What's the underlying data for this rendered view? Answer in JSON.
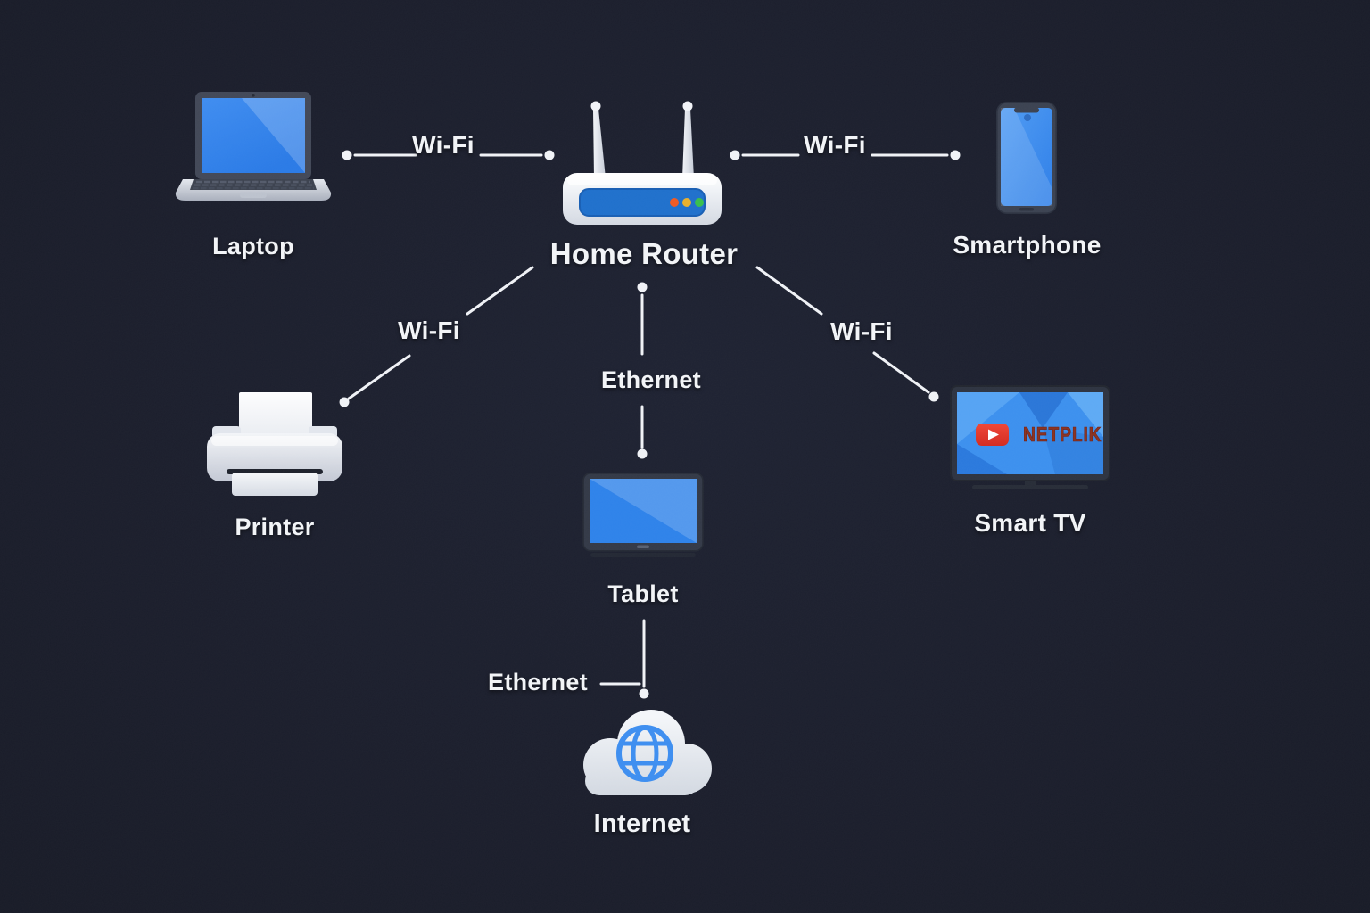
{
  "diagram": {
    "background_color": "#1b1e2c",
    "line_color": "#f0f2f6",
    "text_color": "#f2f4f7",
    "accent_blue": "#2e82e8",
    "nodes": {
      "laptop": {
        "label": "Laptop"
      },
      "router": {
        "label": "Home Router",
        "led_colors": [
          "#f05a22",
          "#e9b02c",
          "#38bf4d"
        ]
      },
      "smartphone": {
        "label": "Smartphone"
      },
      "printer": {
        "label": "Printer"
      },
      "tablet": {
        "label": "Tablet"
      },
      "smart_tv": {
        "label": "Smart TV",
        "screen_text": "NETPLIK",
        "play_button_color": "#e8372b"
      },
      "internet": {
        "label": "Internet"
      }
    },
    "connections": {
      "laptop_router": {
        "from": "Laptop",
        "to": "Home Router",
        "label": "Wi-Fi"
      },
      "router_smartphone": {
        "from": "Home Router",
        "to": "Smartphone",
        "label": "Wi-Fi"
      },
      "router_printer": {
        "from": "Home Router",
        "to": "Printer",
        "label": "Wi-Fi"
      },
      "router_tablet": {
        "from": "Home Router",
        "to": "Tablet",
        "label": "Ethernet"
      },
      "router_smart_tv": {
        "from": "Home Router",
        "to": "Smart TV",
        "label": "Wi-Fi"
      },
      "tablet_internet": {
        "from": "Tablet",
        "to": "Internet",
        "label": "Ethernet"
      }
    }
  }
}
